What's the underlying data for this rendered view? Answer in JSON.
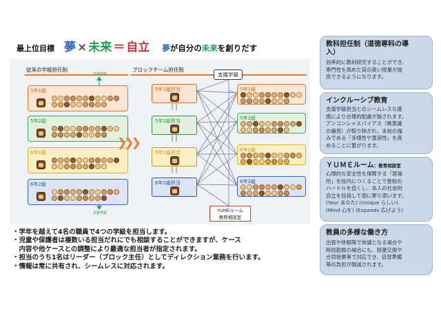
{
  "title": {
    "label": "最上位目標",
    "yume": "夢",
    "times": "×",
    "mirai": "未来",
    "equals": "＝",
    "jiritsu": "自立",
    "slogan_blue": "夢",
    "slogan_mid": "が自分の",
    "slogan_green": "未来",
    "slogan_end": "を創りだす"
  },
  "diagram": {
    "left_heading": "従来の学級担任制",
    "right_heading": "ブロックチーム担任制",
    "support_vertical_label": "支援学級",
    "support_button": "支援学級",
    "yume_room_line1": "YUMEルーム",
    "yume_room_line2": "教育相談室",
    "left_classes": [
      "5年1組",
      "5年2組",
      "6年1組",
      "6年2組"
    ],
    "teacher_boxes": [
      "5年1組担当",
      "5年2組担当",
      "6年1組担当",
      "6年2組担当"
    ],
    "right_classes": [
      "5年1組",
      "5年2組",
      "6年1組",
      "6年2組"
    ],
    "colors": {
      "orange": "#e07a28",
      "green": "#3fa35a",
      "yellow": "#e3b21a",
      "blue": "#3b5fb7",
      "arrow": "#ef7a2a"
    }
  },
  "bullets": [
    "・学年を越えて4名の職員で4つの学級を担当します。",
    "・児童や保護者は複数いる担当だれにでも相談することができますが、ケース",
    "　内容や他ケースとの調整により最適な担当者が指定されます。",
    "・担当のうち1名はリーダー（ブロック主任）としてディレクション業務を行います。",
    "・情報は常に共有され、シームレスに対応されます。"
  ],
  "panels": [
    {
      "title": "教科担任制（道徳専科の導",
      "title2": "入）",
      "body": [
        "効率的に教材研究することができ、",
        "専門性を高めた質の高い授業が提",
        "供できるようになります。"
      ]
    },
    {
      "title": "インクルーシブ教育",
      "title2": "",
      "body": [
        "支援学級担当とのシームレスな連",
        "携により合理的配慮が施されます。",
        "アンコンシャスバイアス（無意識",
        "の偏見）が取り除かれ、本校の強",
        "みである「多様性や寛容性」を高",
        "めることに繋がります。"
      ]
    },
    {
      "title": "ＹＵＭＥルーム",
      "title_sub": "：教育相談室",
      "title2": "",
      "body": [
        "心理的な安全性を保障する「居場",
        "所」を校内につくることで登校の",
        "ハードルを低くし、本人の社会的",
        "自立を目指して個に寄り添います。",
        "(Your あなた) (Unique らしい)",
        "(Mind 心を) (Expands 広げよう)"
      ]
    },
    {
      "title": "教員の多様な働き方",
      "title2": "",
      "body": [
        "出張や休暇等で休講となる場合や",
        "時短勤務の場合にも、授業交換や",
        "合同授業等で対応でき、自習準備",
        "等の負担が軽減されます。"
      ]
    }
  ]
}
